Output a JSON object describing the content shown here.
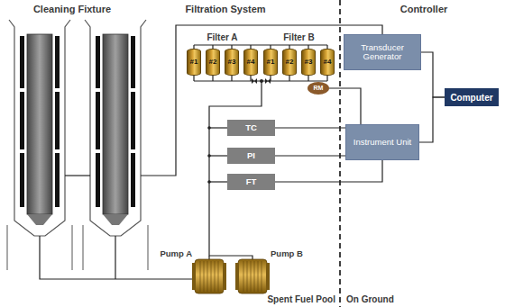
{
  "diagram": {
    "nodes": [
      {
        "text": [
          "#1"
        ]
      },
      {
        "text": [
          "#2"
        ]
      },
      {
        "text": [
          "#3"
        ]
      },
      {
        "text": [
          "#4"
        ]
      },
      {
        "text": [
          "#1"
        ]
      },
      {
        "text": [
          "#2"
        ]
      },
      {
        "text": [
          "#3"
        ]
      },
      {
        "text": [
          "#4"
        ]
      },
      {
        "text": [
          "Transducer Generator"
        ]
      },
      {
        "text": [
          "Computer"
        ]
      },
      {
        "text": [
          "RM"
        ]
      },
      {
        "text": [
          "TC"
        ]
      },
      {
        "text": [
          "PI"
        ]
      },
      {
        "text": [
          "FT"
        ]
      },
      {
        "text": [
          "Instrument Unit"
        ]
      }
    ],
    "edges": [
      {
        "from": 8,
        "to": 9,
        "arrow": "none"
      },
      {
        "from": 14,
        "to": 9,
        "arrow": "none"
      },
      {
        "from": 11,
        "to": 14,
        "arrow": "none"
      },
      {
        "from": 12,
        "to": 14,
        "arrow": "none"
      },
      {
        "from": 13,
        "to": 14,
        "arrow": "none"
      },
      {
        "from": 10,
        "to": 14,
        "arrow": "none"
      }
    ],
    "labels": [
      "Cleaning Fixture",
      "Filtration System",
      "Controller",
      "Filter A",
      "Filter B",
      "Pump A",
      "Pump B",
      "Spent Fuel Pool",
      "On Ground"
    ]
  }
}
